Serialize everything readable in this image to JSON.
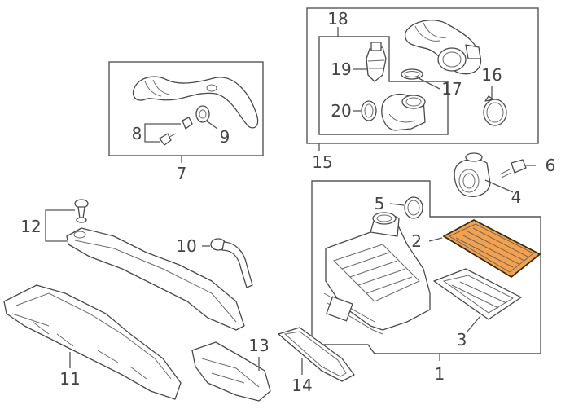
{
  "callouts": {
    "c1": "1",
    "c2": "2",
    "c3": "3",
    "c4": "4",
    "c5": "5",
    "c6": "6",
    "c7": "7",
    "c8": "8",
    "c9": "9",
    "c10": "10",
    "c11": "11",
    "c12": "12",
    "c13": "13",
    "c14": "14",
    "c15": "15",
    "c16": "16",
    "c17": "17",
    "c18": "18",
    "c19": "19",
    "c20": "20"
  },
  "colors": {
    "highlight_fill": "#f5a04a",
    "highlight_stroke": "#3a2a10",
    "line": "#555555",
    "text": "#444444"
  },
  "highlighted_part": "2"
}
